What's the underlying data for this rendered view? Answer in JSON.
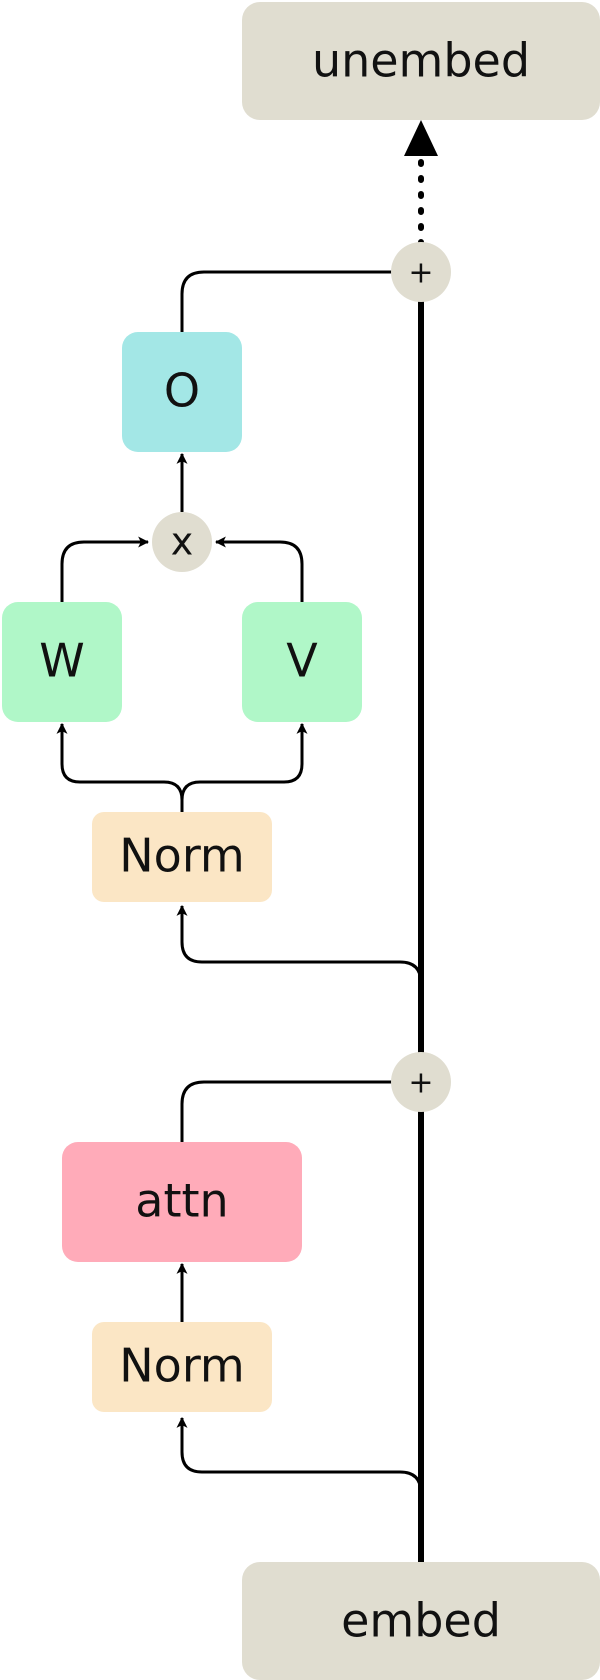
{
  "nodes": {
    "unembed": "unembed",
    "embed": "embed",
    "o": "O",
    "w": "W",
    "v": "V",
    "norm_upper": "Norm",
    "attn": "attn",
    "norm_lower": "Norm"
  },
  "ops": {
    "add_top": "+",
    "add_bottom": "+",
    "multiply": "x"
  },
  "colors": {
    "residual": "#e0ddd0",
    "o": "#a3e7e6",
    "wv": "#b0f7c8",
    "norm": "#fbe6c5",
    "attn": "#ffabb9",
    "line": "#000000"
  }
}
